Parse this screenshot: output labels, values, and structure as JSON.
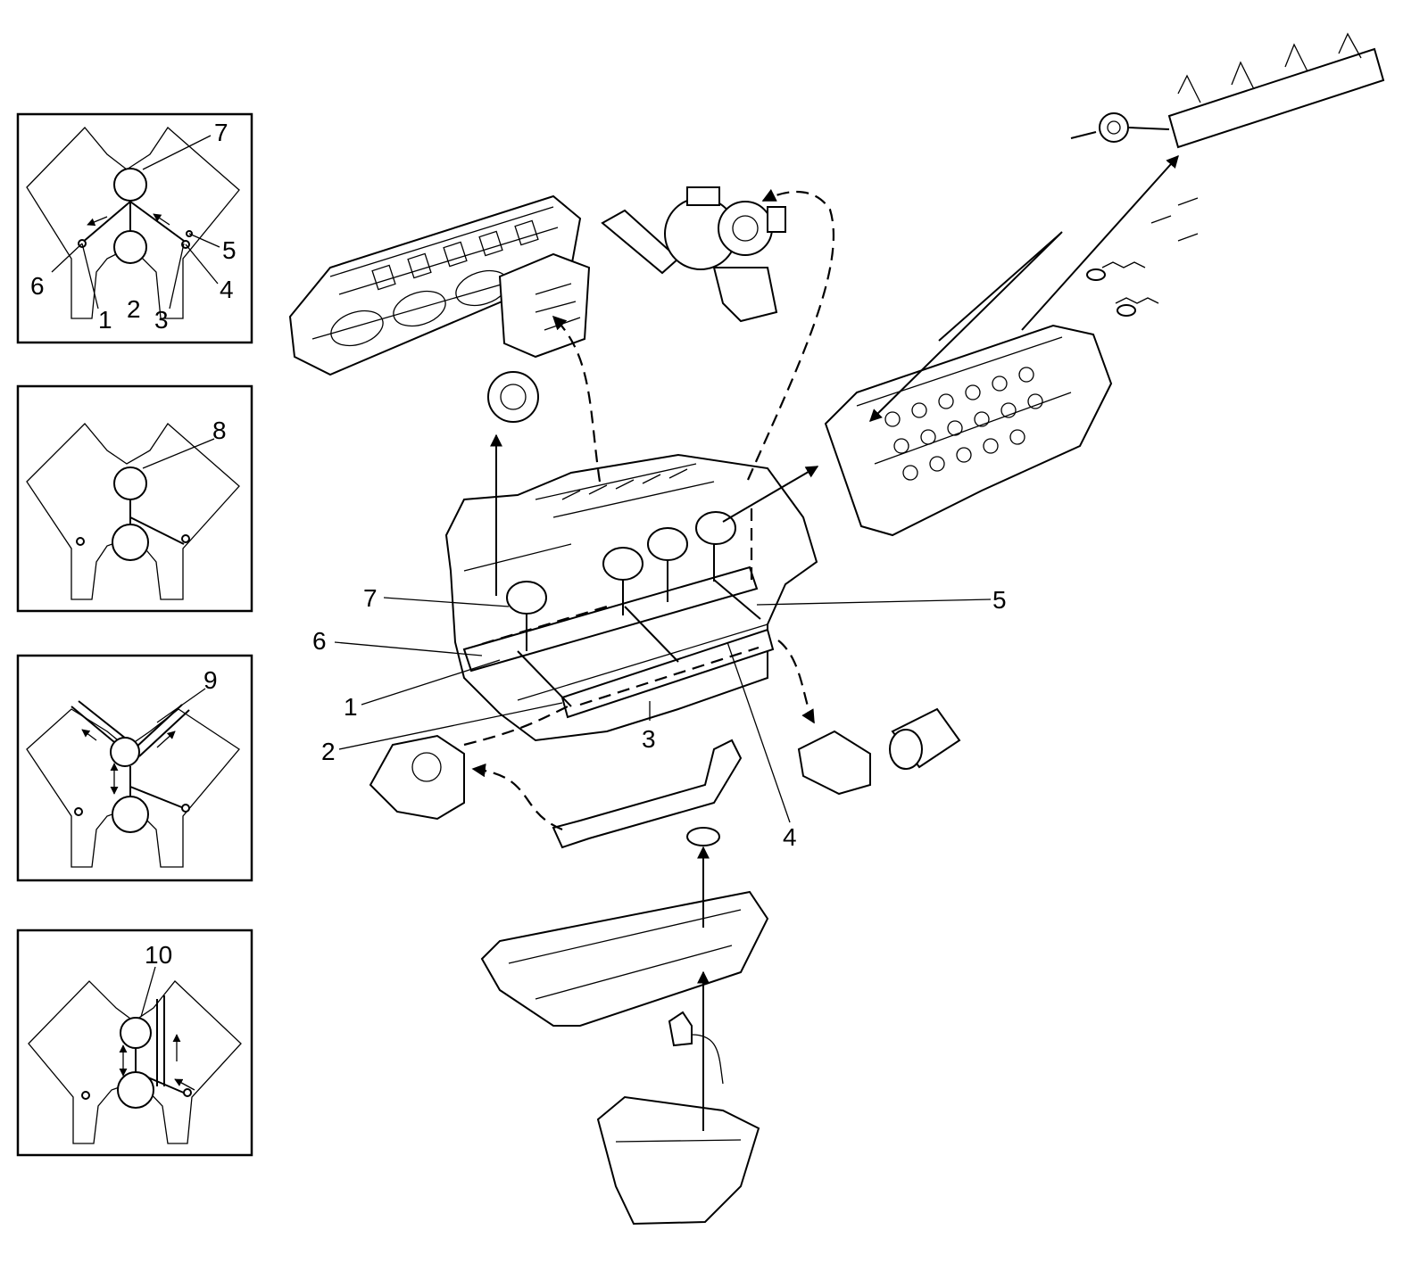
{
  "panels": [
    {
      "labels": [
        "7",
        "5",
        "6",
        "4",
        "1",
        "2",
        "3"
      ]
    },
    {
      "labels": [
        "8"
      ]
    },
    {
      "labels": [
        "9"
      ]
    },
    {
      "labels": [
        "10"
      ]
    }
  ],
  "callouts": [
    "7",
    "6",
    "1",
    "2",
    "3",
    "4",
    "5"
  ]
}
